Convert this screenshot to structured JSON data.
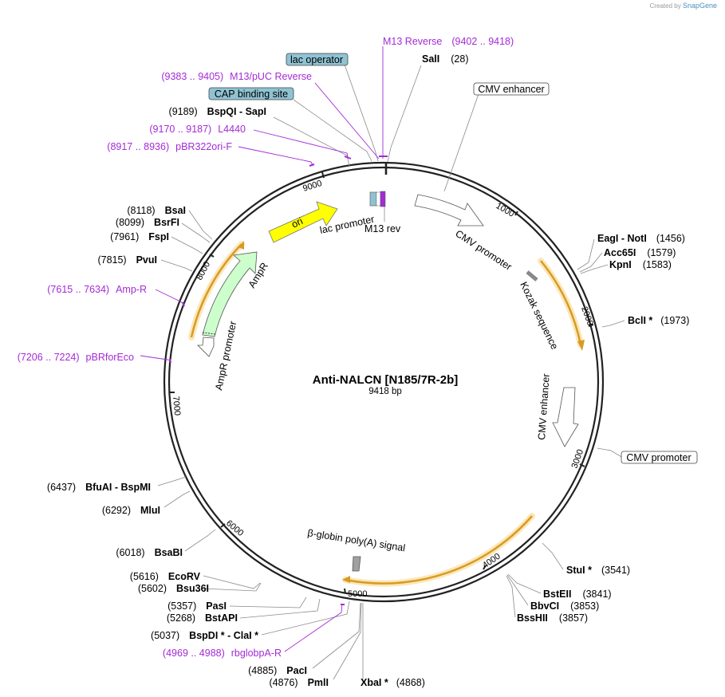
{
  "brand": {
    "created_by": "Created by",
    "product": "SnapGene"
  },
  "plasmid": {
    "name": "Anti-NALCN [N185/7R-2b]",
    "length_label": "9418 bp"
  },
  "ticks": [
    "1000",
    "2000",
    "3000",
    "4000",
    "5000",
    "6000",
    "7000",
    "8000",
    "9000"
  ],
  "sites": [
    {
      "name": "SalI",
      "pos": "(28)"
    },
    {
      "name": "EagI  - NotI",
      "pos": "(1456)"
    },
    {
      "name": "Acc65I",
      "pos": "(1579)"
    },
    {
      "name": "KpnI",
      "pos": "(1583)"
    },
    {
      "name": "BclI *",
      "pos": "(1973)"
    },
    {
      "name": "StuI *",
      "pos": "(3541)"
    },
    {
      "name": "BstEII",
      "pos": "(3841)"
    },
    {
      "name": "BbvCI",
      "pos": "(3853)"
    },
    {
      "name": "BssHII",
      "pos": "(3857)"
    },
    {
      "name": "XbaI *",
      "pos": "(4868)"
    },
    {
      "name": "PmlI",
      "pos": "(4876)"
    },
    {
      "name": "PacI",
      "pos": "(4885)"
    },
    {
      "name": "BspDI *  - ClaI *",
      "pos": "(5037)"
    },
    {
      "name": "BstAPI",
      "pos": "(5268)"
    },
    {
      "name": "PasI",
      "pos": "(5357)"
    },
    {
      "name": "Bsu36I",
      "pos": "(5602)"
    },
    {
      "name": "EcoRV",
      "pos": "(5616)"
    },
    {
      "name": "BsaBI",
      "pos": "(6018)"
    },
    {
      "name": "MluI",
      "pos": "(6292)"
    },
    {
      "name": "BfuAI  - BspMI",
      "pos": "(6437)"
    },
    {
      "name": "PvuI",
      "pos": "(7815)"
    },
    {
      "name": "FspI",
      "pos": "(7961)"
    },
    {
      "name": "BsrFI",
      "pos": "(8099)"
    },
    {
      "name": "BsaI",
      "pos": "(8118)"
    },
    {
      "name": "BspQI  - SapI",
      "pos": "(9189)"
    }
  ],
  "primers": [
    {
      "name": "M13 Reverse",
      "range": "(9402 .. 9418)"
    },
    {
      "name": "M13/pUC Reverse",
      "range": "(9383 .. 9405)"
    },
    {
      "name": "L4440",
      "range": "(9170 .. 9187)"
    },
    {
      "name": "pBR322ori-F",
      "range": "(8917 .. 8936)"
    },
    {
      "name": "Amp-R",
      "range": "(7615 .. 7634)"
    },
    {
      "name": "pBRforEco",
      "range": "(7206 .. 7224)"
    },
    {
      "name": "rbglobpA-R",
      "range": "(4969 .. 4988)"
    }
  ],
  "boxed_features": [
    {
      "name": "lac operator",
      "color": "#8fc3d3"
    },
    {
      "name": "CAP binding site",
      "color": "#8fc3d3"
    },
    {
      "name": "CMV enhancer",
      "color": "#ffffff"
    },
    {
      "name": "CMV promoter",
      "color": "#ffffff"
    }
  ],
  "inner_features": [
    {
      "name": "ori",
      "color": "#ffff00"
    },
    {
      "name": "lac promoter",
      "color": "#ffffff"
    },
    {
      "name": "M13 rev",
      "color": "#a32bd6"
    },
    {
      "name": "AmpR",
      "color": "#ccffcc"
    },
    {
      "name": "AmpR promoter",
      "color": "#ffffff"
    },
    {
      "name": "CMV promoter",
      "color": "#ffffff"
    },
    {
      "name": "Kozak sequence",
      "color": "#888888"
    },
    {
      "name": "CMV enhancer",
      "color": "#ffffff"
    },
    {
      "name": "β-globin poly(A) signal",
      "color": "#a0a0a0"
    }
  ],
  "colors": {
    "orf_arrow": "#d99a22",
    "orf_halo": "#fbe7b8",
    "primer": "#a32bd6"
  }
}
